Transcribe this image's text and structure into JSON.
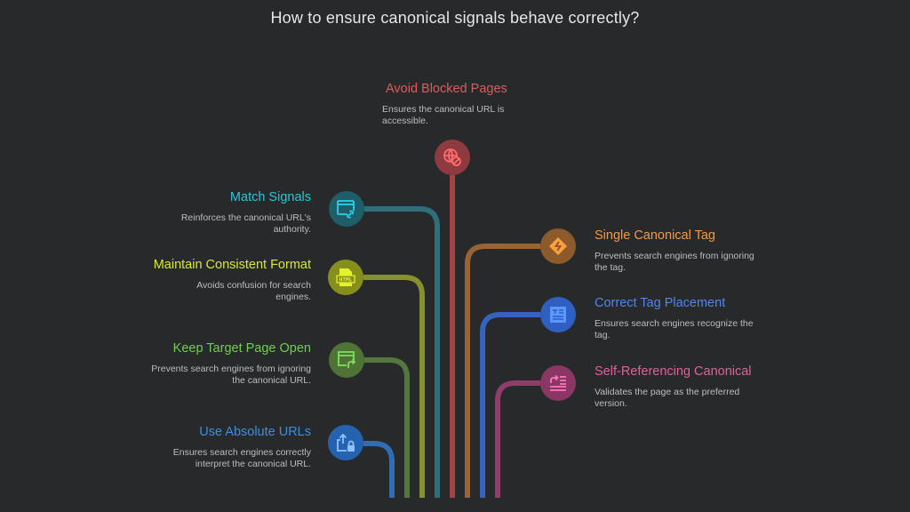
{
  "title": "How to ensure canonical signals behave correctly?",
  "colors": {
    "background": "#28292b",
    "red": "#e05a5a",
    "teal": "#2bc3d9",
    "olive": "#d8ea2a",
    "green": "#6fcf4f",
    "blue_left": "#3d8fe0",
    "orange": "#f39a3e",
    "blue_right": "#4f86ee",
    "pink": "#e0619b"
  },
  "items": [
    {
      "id": "avoid-blocked-pages",
      "title": "Avoid Blocked Pages",
      "description": "Ensures the canonical URL is accessible.",
      "icon": "globe-blocked-icon",
      "side": "top"
    },
    {
      "id": "match-signals",
      "title": "Match Signals",
      "description": "Reinforces the canonical URL's authority.",
      "icon": "browser-link-icon",
      "side": "left"
    },
    {
      "id": "maintain-consistent-format",
      "title": "Maintain Consistent Format",
      "description": "Avoids confusion for search engines.",
      "icon": "html-file-icon",
      "side": "left"
    },
    {
      "id": "keep-target-page-open",
      "title": "Keep Target Page Open",
      "description": "Prevents search engines from ignoring the canonical URL.",
      "icon": "browser-redirect-icon",
      "side": "left"
    },
    {
      "id": "use-absolute-urls",
      "title": "Use Absolute URLs",
      "description": "Ensures search engines correctly interpret the canonical URL.",
      "icon": "share-lock-icon",
      "side": "left"
    },
    {
      "id": "single-canonical-tag",
      "title": "Single Canonical Tag",
      "description": "Prevents search engines from ignoring the tag.",
      "icon": "diamond-tag-icon",
      "side": "right"
    },
    {
      "id": "correct-tag-placement",
      "title": "Correct Tag Placement",
      "description": "Ensures search engines recognize the tag.",
      "icon": "text-document-icon",
      "side": "right"
    },
    {
      "id": "self-referencing-canonical",
      "title": "Self-Referencing Canonical",
      "description": "Validates the page as the preferred version.",
      "icon": "redo-list-icon",
      "side": "right"
    }
  ]
}
